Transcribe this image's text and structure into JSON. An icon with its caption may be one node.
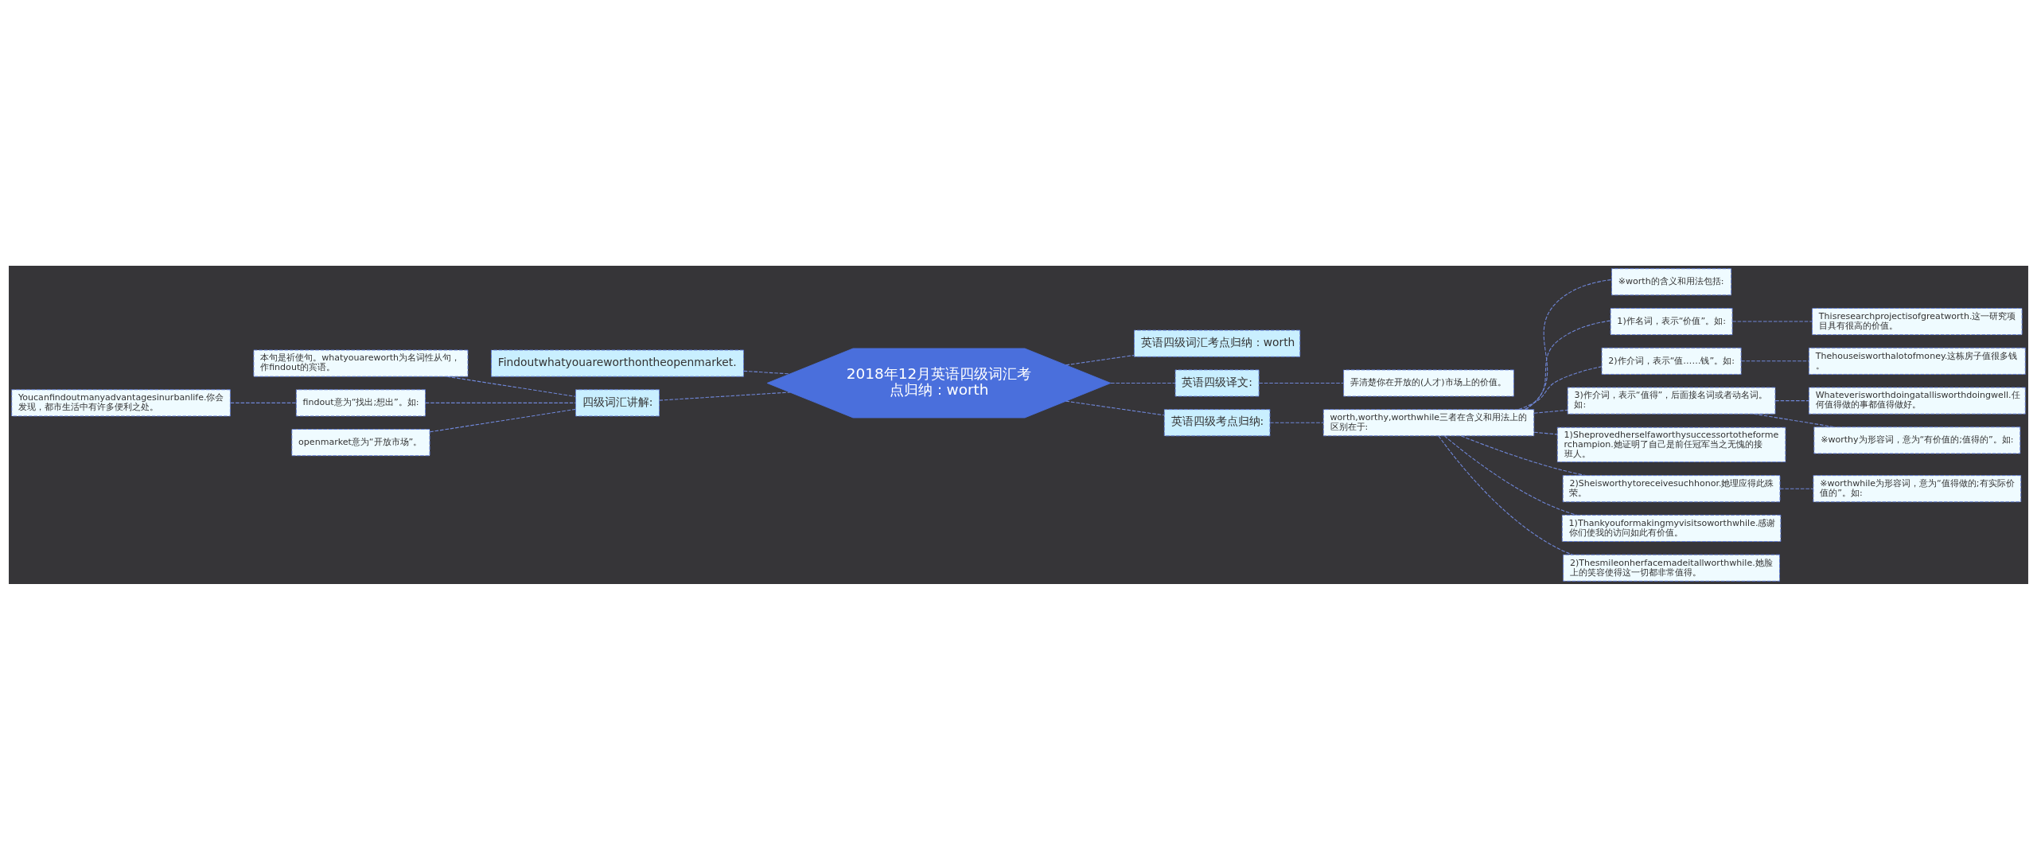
{
  "diagram": {
    "nodes": [
      {
        "text": [
          "2018年12月英语四级词汇考点归纳：worth"
        ]
      },
      {
        "text": [
          "英语四级词汇考点归纳：worth"
        ]
      },
      {
        "text": [
          "英语四级译文:"
        ]
      },
      {
        "text": [
          "弄清楚你在开放的(人才)市场上的价值。"
        ]
      },
      {
        "text": [
          "英语四级考点归纳:"
        ]
      },
      {
        "text": [
          "worth,worthy,worthwhile三者在含义和用法上的区别在于:"
        ]
      },
      {
        "text": [
          "※worth的含义和用法包括:"
        ]
      },
      {
        "text": [
          "1)作名词，表示“价值”。如:"
        ]
      },
      {
        "text": [
          "Thisresearchprojectisofgreatworth.这一研究项目具有很高的价值。"
        ]
      },
      {
        "text": [
          "2)作介词，表示“值……钱”。如:"
        ]
      },
      {
        "text": [
          "Thehouseisworthalotofmoney.这栋房子值很多钱。"
        ]
      },
      {
        "text": [
          "3)作介词，表示“值得”，后面接名词或者动名词。如:"
        ]
      },
      {
        "text": [
          "Whateverisworthdoingatallisworthdoingwell.任何值得做的事都值得做好。"
        ]
      },
      {
        "text": [
          "※worthy为形容词，意为“有价值的;值得的”。如:"
        ]
      },
      {
        "text": [
          "1)Sheprovedherselfaworthysuccessortotheformerchampion.她证明了自己是前任冠军当之无愧的接班人。"
        ]
      },
      {
        "text": [
          "2)Sheisworthytoreceivesuchhonor.她理应得此殊荣。"
        ]
      },
      {
        "text": [
          "※worthwhile为形容词，意为“值得做的;有实际价值的”。如:"
        ]
      },
      {
        "text": [
          "1)Thankyouformakingmyvisitsoworthwhile.感谢你们使我的访问如此有价值。"
        ]
      },
      {
        "text": [
          "2)Thesmileonherfacemadeitallworthwhile.她脸上的笑容使得这一切都非常值得。"
        ]
      },
      {
        "text": [
          "Findoutwhatyouareworthontheopenmarket."
        ]
      },
      {
        "text": [
          "四级词汇讲解:"
        ]
      },
      {
        "text": [
          "本句是祈使句。whatyouareworth为名词性从句，作findout的宾语。"
        ]
      },
      {
        "text": [
          "findout意为“找出;想出”。如:"
        ]
      },
      {
        "text": [
          "Youcanfindoutmanyadvantagesinurbanlife.你会发现，都市生活中有许多便利之处。"
        ]
      },
      {
        "text": [
          "openmarket意为“开放市场”。"
        ]
      }
    ],
    "edges": [
      {
        "from": 0,
        "to": 1,
        "arrow": "none",
        "style": "dashed"
      },
      {
        "from": 0,
        "to": 2,
        "arrow": "none",
        "style": "dashed"
      },
      {
        "from": 2,
        "to": 3,
        "arrow": "none",
        "style": "dashed"
      },
      {
        "from": 0,
        "to": 4,
        "arrow": "none",
        "style": "dashed"
      },
      {
        "from": 4,
        "to": 5,
        "arrow": "none",
        "style": "dashed"
      },
      {
        "from": 5,
        "to": 6,
        "arrow": "none",
        "style": "dashed"
      },
      {
        "from": 5,
        "to": 7,
        "arrow": "none",
        "style": "dashed"
      },
      {
        "from": 7,
        "to": 8,
        "arrow": "none",
        "style": "dashed"
      },
      {
        "from": 5,
        "to": 9,
        "arrow": "none",
        "style": "dashed"
      },
      {
        "from": 9,
        "to": 10,
        "arrow": "none",
        "style": "dashed"
      },
      {
        "from": 5,
        "to": 11,
        "arrow": "none",
        "style": "dashed"
      },
      {
        "from": 11,
        "to": 12,
        "arrow": "none",
        "style": "dashed"
      },
      {
        "from": 11,
        "to": 13,
        "arrow": "none",
        "style": "dashed"
      },
      {
        "from": 5,
        "to": 14,
        "arrow": "none",
        "style": "dashed"
      },
      {
        "from": 5,
        "to": 15,
        "arrow": "none",
        "style": "dashed"
      },
      {
        "from": 15,
        "to": 16,
        "arrow": "none",
        "style": "dashed"
      },
      {
        "from": 5,
        "to": 17,
        "arrow": "none",
        "style": "dashed"
      },
      {
        "from": 5,
        "to": 18,
        "arrow": "none",
        "style": "dashed"
      },
      {
        "from": 0,
        "to": 19,
        "arrow": "none",
        "style": "dashed"
      },
      {
        "from": 0,
        "to": 20,
        "arrow": "none",
        "style": "dashed"
      },
      {
        "from": 20,
        "to": 21,
        "arrow": "none",
        "style": "dashed"
      },
      {
        "from": 20,
        "to": 22,
        "arrow": "none",
        "style": "dashed"
      },
      {
        "from": 22,
        "to": 23,
        "arrow": "none",
        "style": "dashed"
      },
      {
        "from": 20,
        "to": 24,
        "arrow": "none",
        "style": "dashed"
      }
    ]
  }
}
